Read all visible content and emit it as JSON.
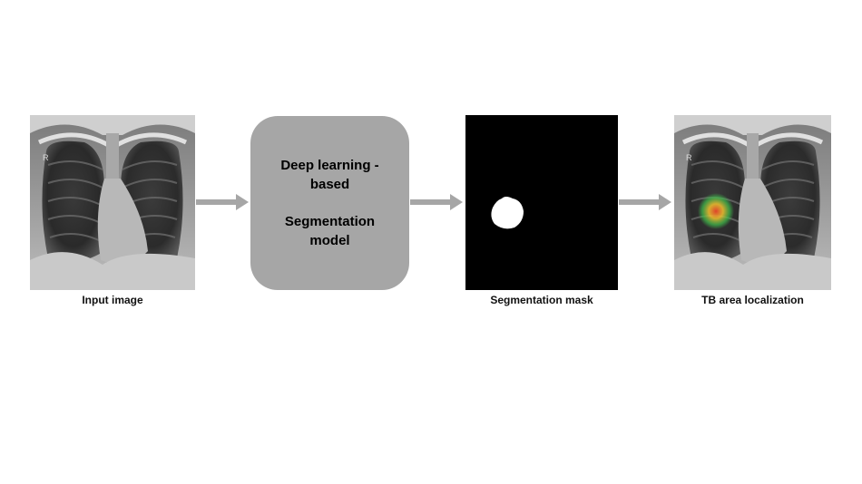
{
  "panels": {
    "input": {
      "caption": "Input image",
      "marker": "R"
    },
    "model": {
      "line1": "Deep learning -",
      "line2": "based",
      "line3": "Segmentation",
      "line4": "model",
      "fill_color": "#a6a6a6"
    },
    "mask": {
      "caption": "Segmentation mask"
    },
    "localization": {
      "caption": "TB area localization",
      "marker": "R"
    }
  },
  "colors": {
    "arrow": "#a6a6a6",
    "mask_background": "#000000",
    "mask_region": "#ffffff",
    "heatmap_hot": "#e8442a",
    "heatmap_warm": "#f2c12e",
    "heatmap_cool": "#3fbf4a"
  },
  "icons": {
    "arrow": "right-arrow-icon",
    "xray": "chest-xray-image"
  }
}
